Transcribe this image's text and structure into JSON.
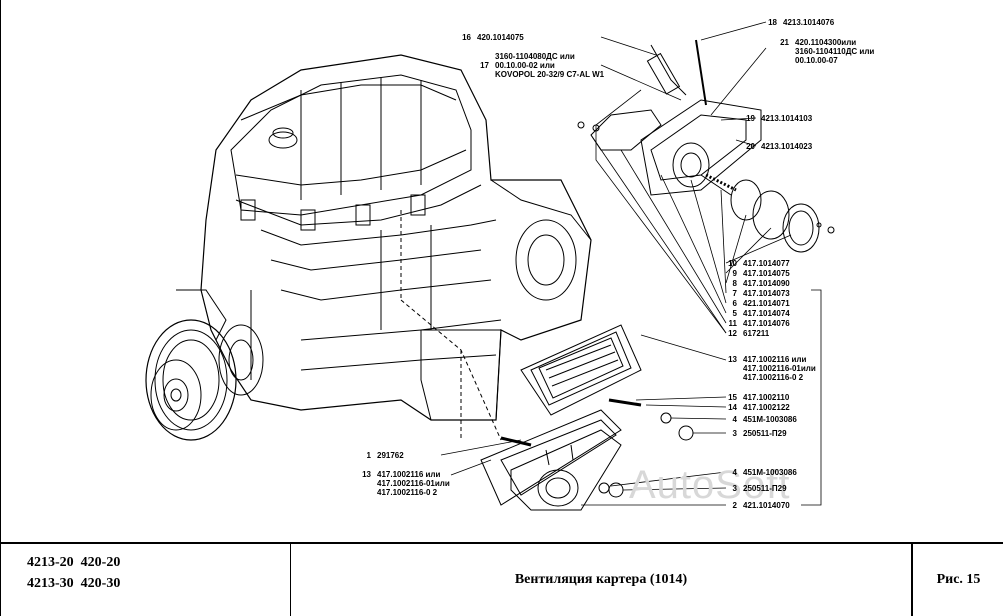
{
  "callouts_top": [
    {
      "num": "16",
      "part": "420.1014075"
    },
    {
      "num": "18",
      "part": "4213.1014076"
    },
    {
      "num": "19",
      "part": "4213.1014103"
    },
    {
      "num": "20",
      "part": "4213.1014023"
    }
  ],
  "callout_17": {
    "num": "17",
    "lines": [
      "3160-1104080ДС или",
      "00.10.00-02 или",
      "KOVOPOL 20-32/9 C7-AL W1"
    ]
  },
  "callout_21": {
    "num": "21",
    "lines": [
      "420.1104300или",
      "3160-1104110ДС или",
      "00.10.00-07"
    ]
  },
  "callouts_right": [
    {
      "num": "10",
      "part": "417.1014077"
    },
    {
      "num": "9",
      "part": "417.1014075"
    },
    {
      "num": "8",
      "part": "417.1014090"
    },
    {
      "num": "7",
      "part": "417.1014073"
    },
    {
      "num": "6",
      "part": "421.1014071"
    },
    {
      "num": "5",
      "part": "417.1014074"
    },
    {
      "num": "11",
      "part": "417.1014076"
    },
    {
      "num": "12",
      "part": "617211"
    }
  ],
  "callout_13_right": {
    "num": "13",
    "lines": [
      "417.1002116 или",
      "417.1002116-01или",
      "417.1002116-0 2"
    ]
  },
  "callouts_mid": [
    {
      "num": "15",
      "part": "417.1002110"
    },
    {
      "num": "14",
      "part": "417.1002122"
    },
    {
      "num": "4",
      "part": "451М-1003086"
    },
    {
      "num": "3",
      "part": "250511-П29"
    }
  ],
  "callout_1": {
    "num": "1",
    "part": "291762"
  },
  "callout_13_left": {
    "num": "13",
    "lines": [
      "417.1002116 или",
      "417.1002116-01или",
      "417.1002116-0 2"
    ]
  },
  "callouts_bottom": [
    {
      "num": "4",
      "part": "451М-1003086"
    },
    {
      "num": "3",
      "part": "250511-П29"
    },
    {
      "num": "2",
      "part": "421.1014070"
    }
  ],
  "watermark": "AutoSoft",
  "footer": {
    "models": [
      "4213-20  420-20",
      "4213-30  420-30"
    ],
    "title": "Вентиляция картера (1014)",
    "figure": "Рис. 15"
  }
}
